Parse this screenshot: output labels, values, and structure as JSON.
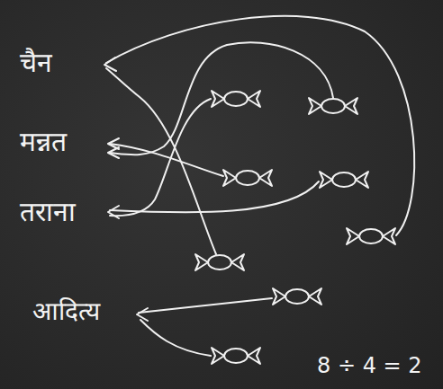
{
  "diagram": {
    "labels": [
      "चैन",
      "मन्नत",
      "तराना",
      "आदित्य",
      "8 ÷ 4 = 2"
    ]
  }
}
